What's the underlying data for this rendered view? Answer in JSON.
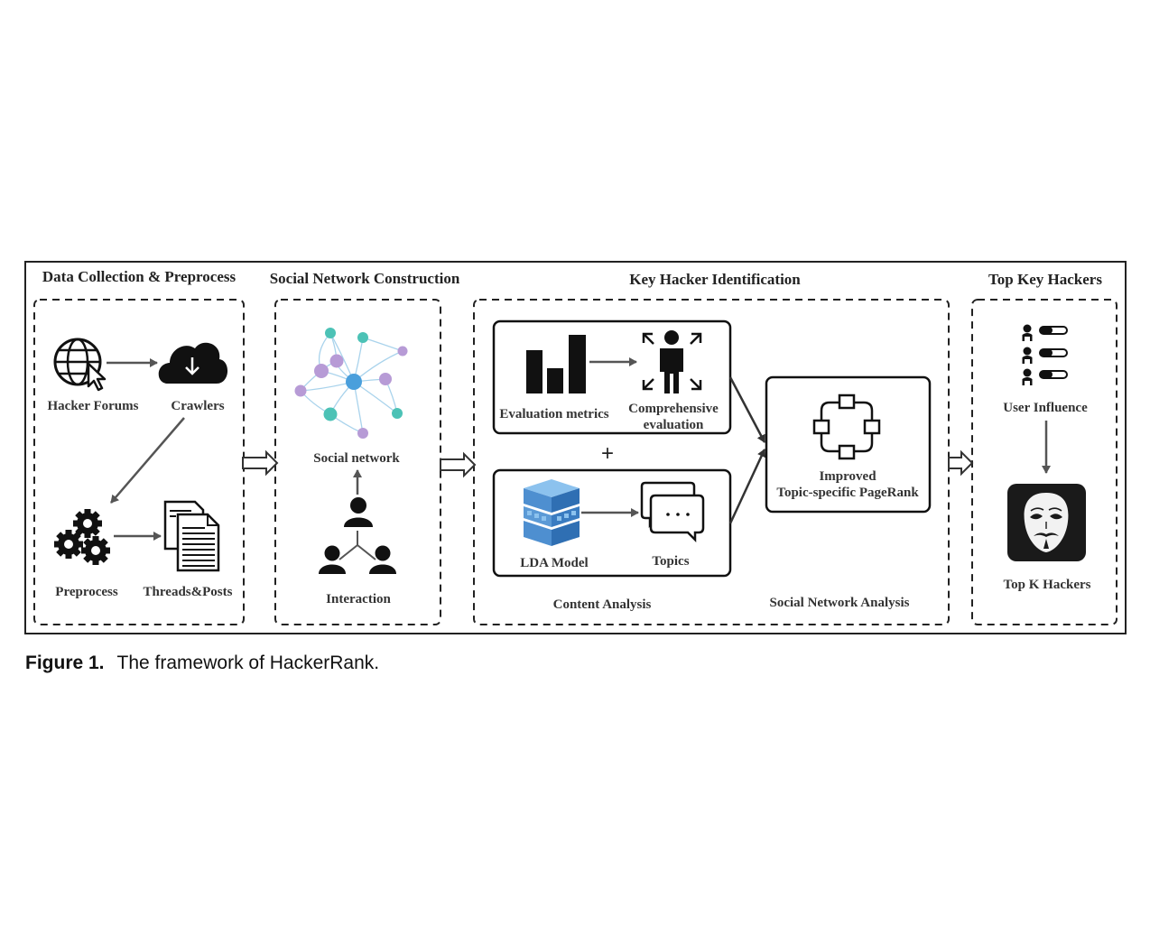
{
  "sections": {
    "data_collection": "Data Collection & Preprocess",
    "social_network_construction": "Social Network Construction",
    "key_hacker_identification": "Key Hacker Identification",
    "top_key_hackers": "Top Key Hackers"
  },
  "labels": {
    "hacker_forums": "Hacker Forums",
    "crawlers": "Crawlers",
    "preprocess": "Preprocess",
    "threads_posts": "Threads&Posts",
    "social_network": "Social network",
    "interaction": "Interaction",
    "evaluation_metrics": "Evaluation metrics",
    "comprehensive_line1": "Comprehensive",
    "comprehensive_line2": "evaluation",
    "plus": "+",
    "lda_model": "LDA Model",
    "topics": "Topics",
    "content_analysis": "Content Analysis",
    "social_network_analysis": "Social Network Analysis",
    "improved_line1": "Improved",
    "improved_line2": "Topic-specific PageRank",
    "user_influence": "User Influence",
    "top_k_hackers": "Top K Hackers"
  },
  "caption": {
    "figure_label": "Figure 1.",
    "text": "The framework of HackerRank."
  },
  "colors": {
    "node_teal": "#4cc2b6",
    "node_purple": "#b79bd6",
    "node_blue": "#4a9fdc",
    "edge_light": "#a9d3ec",
    "lda_blue": "#4e8fd0",
    "lda_light": "#8cc2ee"
  },
  "icons": [
    "globe-cursor-icon",
    "cloud-download-icon",
    "gears-icon",
    "documents-icon",
    "network-icon",
    "people-hierarchy-icon",
    "bar-chart-icon",
    "person-expand-icon",
    "lda-cube-icon",
    "chat-bubbles-icon",
    "pagerank-nodes-icon",
    "user-influence-icon",
    "anonymous-mask-icon"
  ]
}
